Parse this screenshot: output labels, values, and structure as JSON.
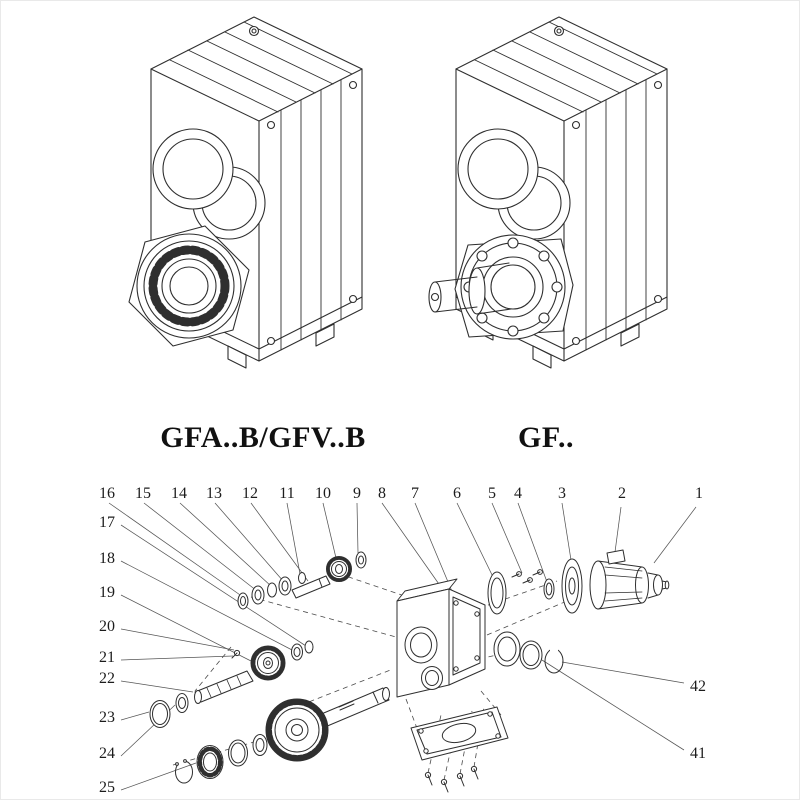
{
  "models": {
    "left": "GFA..B/GFV..B",
    "right": "GF.."
  },
  "exploded": {
    "callouts_top": [
      "16",
      "15",
      "14",
      "13",
      "12",
      "11",
      "10",
      "9",
      "8",
      "7",
      "6",
      "5",
      "4",
      "3",
      "2",
      "1"
    ],
    "callouts_left": [
      "17",
      "18",
      "19",
      "20",
      "21",
      "22",
      "23",
      "24",
      "25"
    ],
    "callouts_right": [
      "42",
      "41"
    ]
  },
  "colors": {
    "line": "#2f2f2f",
    "background": "#ffffff"
  }
}
